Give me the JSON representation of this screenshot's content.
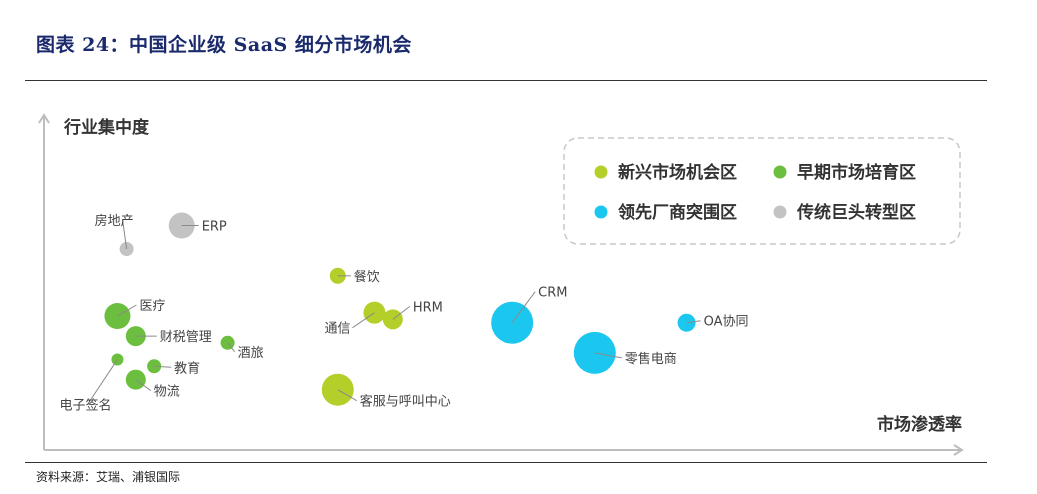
{
  "figure": {
    "title": "图表 24：中国企业级 SaaS 细分市场机会",
    "source": "资料来源：艾瑞、浦银国际"
  },
  "chart_data": {
    "type": "bubble",
    "xlabel": "市场渗透率",
    "ylabel": "行业集中度",
    "xlim": [
      0,
      100
    ],
    "ylim": [
      0,
      100
    ],
    "grid": false,
    "legend_position": "top-right",
    "legend": [
      {
        "name": "新兴市场机会区",
        "color": "#b5cf2a"
      },
      {
        "name": "早期市场培育区",
        "color": "#6cbf3e"
      },
      {
        "name": "领先厂商突围区",
        "color": "#1cc7ef"
      },
      {
        "name": "传统巨头转型区",
        "color": "#c3c3c3"
      }
    ],
    "points": [
      {
        "label": "房地产",
        "group": "传统巨头转型区",
        "x": 9,
        "y": 60,
        "size": 7
      },
      {
        "label": "ERP",
        "group": "传统巨头转型区",
        "x": 15,
        "y": 67,
        "size": 13
      },
      {
        "label": "医疗",
        "group": "早期市场培育区",
        "x": 8,
        "y": 40,
        "size": 13
      },
      {
        "label": "财税管理",
        "group": "早期市场培育区",
        "x": 10,
        "y": 34,
        "size": 10
      },
      {
        "label": "酒旅",
        "group": "早期市场培育区",
        "x": 20,
        "y": 32,
        "size": 7
      },
      {
        "label": "教育",
        "group": "早期市场培育区",
        "x": 12,
        "y": 25,
        "size": 7
      },
      {
        "label": "物流",
        "group": "早期市场培育区",
        "x": 10,
        "y": 21,
        "size": 10
      },
      {
        "label": "电子签名",
        "group": "早期市场培育区",
        "x": 8,
        "y": 27,
        "size": 6
      },
      {
        "label": "餐饮",
        "group": "新兴市场机会区",
        "x": 32,
        "y": 52,
        "size": 8
      },
      {
        "label": "通信",
        "group": "新兴市场机会区",
        "x": 36,
        "y": 41,
        "size": 11
      },
      {
        "label": "HRM",
        "group": "新兴市场机会区",
        "x": 38,
        "y": 39,
        "size": 10
      },
      {
        "label": "客服与呼叫中心",
        "group": "新兴市场机会区",
        "x": 32,
        "y": 18,
        "size": 16
      },
      {
        "label": "CRM",
        "group": "领先厂商突围区",
        "x": 51,
        "y": 38,
        "size": 21
      },
      {
        "label": "零售电商",
        "group": "领先厂商突围区",
        "x": 60,
        "y": 29,
        "size": 21
      },
      {
        "label": "OA协同",
        "group": "领先厂商突围区",
        "x": 70,
        "y": 38,
        "size": 9
      }
    ]
  }
}
